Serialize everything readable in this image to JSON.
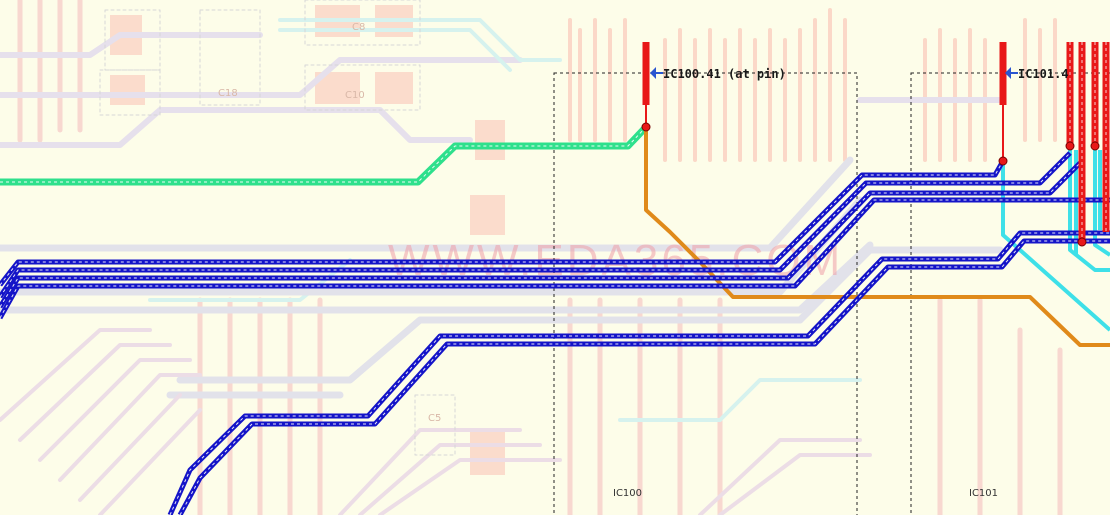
{
  "view": {
    "pin_labels": [
      {
        "id": "ic100",
        "text": "IC100.41 (at pin)"
      },
      {
        "id": "ic101",
        "text": "IC101.4"
      }
    ],
    "component_labels": [
      "IC100",
      "IC101"
    ],
    "faded_refs": [
      "C8",
      "C18",
      "C10",
      "C5"
    ],
    "watermark": "WWW.EDA365.COM"
  },
  "colors": {
    "background": "#fdfde9",
    "bus_traces": "#1414c8",
    "net_green": "#2ee08c",
    "net_orange": "#e08a1a",
    "net_cyan": "#3ee0e8",
    "net_red": "#e81818",
    "grey_traces": "#dedee6",
    "outline": "#222222"
  },
  "icons": [
    "pin-marker-icon",
    "via-icon"
  ]
}
